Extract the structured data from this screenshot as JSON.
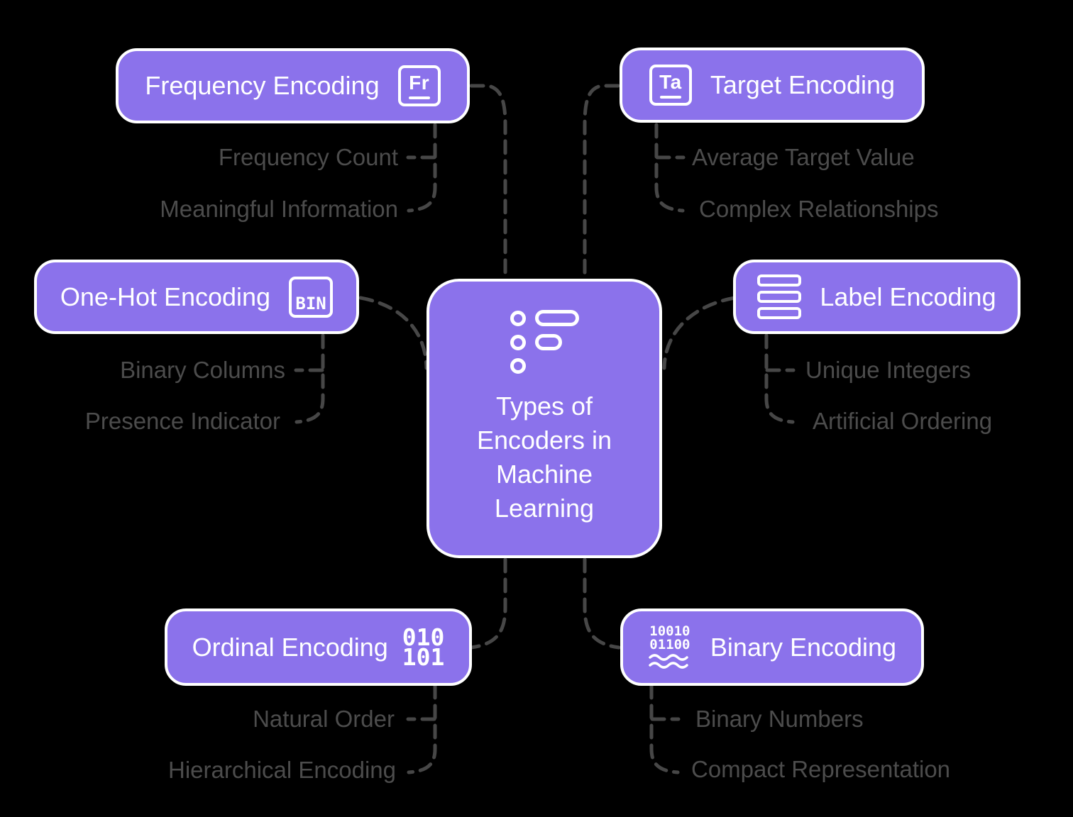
{
  "colors": {
    "background": "#000000",
    "node_fill": "#8B72EB",
    "node_border": "#FFFFFF",
    "node_text": "#FFFFFF",
    "connector": "#474747",
    "sub_text": "#4C4C4C"
  },
  "center": {
    "title": "Types of Encoders in Machine Learning",
    "title_lines": [
      "Types of",
      "Encoders in",
      "Machine",
      "Learning"
    ],
    "icon": "list-bullets-icon"
  },
  "branches": [
    {
      "label": "Frequency Encoding",
      "icon": "fr-element-icon",
      "icon_text": "Fr",
      "children": [
        "Frequency Count",
        "Meaningful Information"
      ]
    },
    {
      "label": "Target Encoding",
      "icon": "ta-element-icon",
      "icon_text": "Ta",
      "children": [
        "Average Target Value",
        "Complex Relationships"
      ]
    },
    {
      "label": "One-Hot Encoding",
      "icon": "bin-badge-icon",
      "icon_text": "BIN",
      "children": [
        "Binary Columns",
        "Presence Indicator"
      ]
    },
    {
      "label": "Label Encoding",
      "icon": "stacked-layers-icon",
      "icon_text": "",
      "children": [
        "Unique Integers",
        "Artificial Ordering"
      ]
    },
    {
      "label": "Ordinal Encoding",
      "icon": "binary-digits-icon",
      "icon_lines": [
        "010",
        "101"
      ],
      "children": [
        "Natural Order",
        "Hierarchical Encoding"
      ]
    },
    {
      "label": "Binary Encoding",
      "icon": "binary-stream-icon",
      "icon_lines": [
        "10010",
        "01100"
      ],
      "children": [
        "Binary Numbers",
        "Compact Representation"
      ]
    }
  ]
}
